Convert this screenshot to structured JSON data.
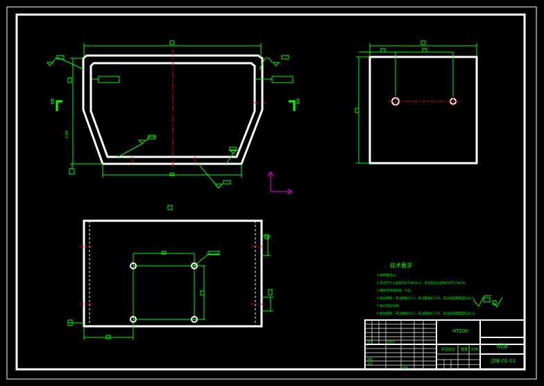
{
  "tech_requirements": {
    "title": "技术要求",
    "notes": [
      "1.铸件需退火。",
      "2.未注尺寸公差按GB/T1804-m，未注形位公差按GB/T1184-K。",
      "3.铸件不得有砂眼、气孔。",
      "4.锐边倒钝，未注倒角C0.5，未注圆角R1-R3，未注表面粗糙度Ra6.3。",
      "5.加工后去毛刺。",
      "6.锐边倒钝，未注倒角C0.5，未注圆角R1-R3，未注表面粗糙度Ra6.3。"
    ]
  },
  "title_block": {
    "part_name": "机身",
    "drawing_number": "JDB-01-01",
    "material": "HT200",
    "design_label": "设计",
    "standard_label": "标准化",
    "stage_label": "阶段标记",
    "weight_label": "重量",
    "scale_label": "比例",
    "review_label": "审核",
    "process_label": "工艺",
    "approve_label": "批准"
  },
  "dimension_label": "3-Φ8",
  "colors": {
    "border": "#ffffff",
    "object_line": "#ffffff",
    "dimension": "#00ff00",
    "center_line": "#ff0000",
    "ucs": "#ff00ff"
  }
}
